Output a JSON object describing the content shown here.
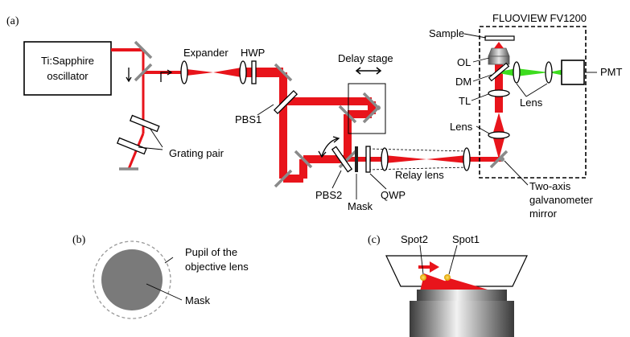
{
  "panels": {
    "a": "(a)",
    "b": "(b)",
    "c": "(c)"
  },
  "colors": {
    "beam": "#e8141b",
    "fluorescence": "#3ddc1e",
    "mirror": "#8a8a8a",
    "mask": "#7a7a7a"
  },
  "labels": {
    "oscillator_line1": "Ti:Sapphire",
    "oscillator_line2": "oscillator",
    "expander": "Expander",
    "hwp": "HWP",
    "pbs1": "PBS1",
    "delay_stage": "Delay stage",
    "grating_pair": "Grating pair",
    "pbs2": "PBS2",
    "mask": "Mask",
    "qwp": "QWP",
    "relay_lens": "Relay lens",
    "fluoview": "FLUOVIEW FV1200",
    "sample": "Sample",
    "ol": "OL",
    "dm": "DM",
    "tl": "TL",
    "lens_inner": "Lens",
    "lens_lower": "Lens",
    "pmt": "PMT",
    "galvo_line1": "Two-axis",
    "galvo_line2": "galvanometer",
    "galvo_line3": "mirror"
  },
  "panel_b": {
    "pupil_line1": "Pupil of the",
    "pupil_line2": "objective lens",
    "mask": "Mask"
  },
  "panel_c": {
    "spot2": "Spot2",
    "spot1": "Spot1"
  }
}
